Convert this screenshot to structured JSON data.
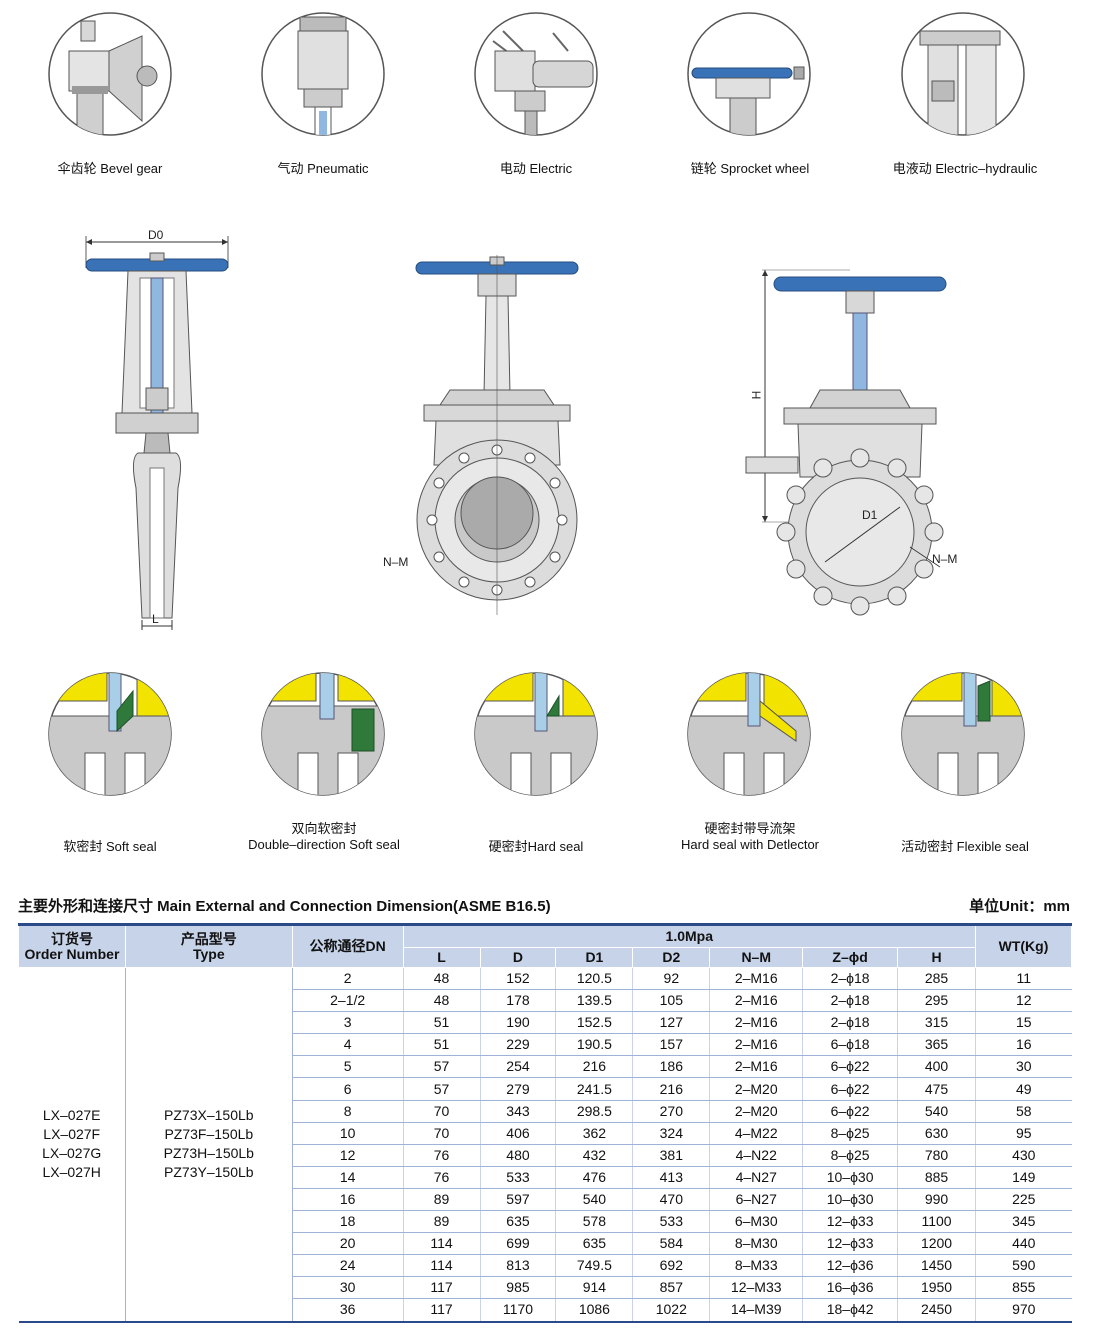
{
  "operators": [
    {
      "label": "伞齿轮 Bevel gear"
    },
    {
      "label": "气动 Pneumatic"
    },
    {
      "label": "电动 Electric"
    },
    {
      "label": "链轮  Sprocket wheel"
    },
    {
      "label": "电液动 Electric–hydraulic"
    }
  ],
  "drawing_labels": {
    "d0": "D0",
    "l": "L",
    "nm_left": "N–M",
    "h": "H",
    "d1": "D1",
    "nm_right": "N–M"
  },
  "seals": [
    {
      "line1": "软密封 Soft seal",
      "line2": ""
    },
    {
      "line1": "双向软密封",
      "line2": "Double–direction Soft seal"
    },
    {
      "line1": "硬密封Hard seal",
      "line2": ""
    },
    {
      "line1": "硬密封带导流架",
      "line2": "Hard seal with Detlector"
    },
    {
      "line1": "活动密封 Flexible seal",
      "line2": ""
    }
  ],
  "table": {
    "title": "主要外形和连接尺寸 Main External and Connection Dimension(ASME B16.5)",
    "unit": "单位Unit：mm",
    "headers": {
      "order_cn": "订货号",
      "order_en": "Order Number",
      "type_cn": "产品型号",
      "type_en": "Type",
      "dn": "公称通径DN",
      "pressure": "1.0Mpa",
      "wt": "WT(Kg)",
      "cols": [
        "L",
        "D",
        "D1",
        "D2",
        "N–M",
        "Z–ϕd",
        "H"
      ]
    },
    "order_numbers": [
      "LX–027E",
      "LX–027F",
      "LX–027G",
      "LX–027H"
    ],
    "types": [
      "PZ73X–150Lb",
      "PZ73F–150Lb",
      "PZ73H–150Lb",
      "PZ73Y–150Lb"
    ],
    "rows": [
      [
        "2",
        "48",
        "152",
        "120.5",
        "92",
        "2–M16",
        "2–ϕ18",
        "285",
        "11"
      ],
      [
        "2–1/2",
        "48",
        "178",
        "139.5",
        "105",
        "2–M16",
        "2–ϕ18",
        "295",
        "12"
      ],
      [
        "3",
        "51",
        "190",
        "152.5",
        "127",
        "2–M16",
        "2–ϕ18",
        "315",
        "15"
      ],
      [
        "4",
        "51",
        "229",
        "190.5",
        "157",
        "2–M16",
        "6–ϕ18",
        "365",
        "16"
      ],
      [
        "5",
        "57",
        "254",
        "216",
        "186",
        "2–M16",
        "6–ϕ22",
        "400",
        "30"
      ],
      [
        "6",
        "57",
        "279",
        "241.5",
        "216",
        "2–M20",
        "6–ϕ22",
        "475",
        "49"
      ],
      [
        "8",
        "70",
        "343",
        "298.5",
        "270",
        "2–M20",
        "6–ϕ22",
        "540",
        "58"
      ],
      [
        "10",
        "70",
        "406",
        "362",
        "324",
        "4–M22",
        "8–ϕ25",
        "630",
        "95"
      ],
      [
        "12",
        "76",
        "480",
        "432",
        "381",
        "4–N22",
        "8–ϕ25",
        "780",
        "430"
      ],
      [
        "14",
        "76",
        "533",
        "476",
        "413",
        "4–N27",
        "10–ϕ30",
        "885",
        "149"
      ],
      [
        "16",
        "89",
        "597",
        "540",
        "470",
        "6–N27",
        "10–ϕ30",
        "990",
        "225"
      ],
      [
        "18",
        "89",
        "635",
        "578",
        "533",
        "6–M30",
        "12–ϕ33",
        "1100",
        "345"
      ],
      [
        "20",
        "114",
        "699",
        "635",
        "584",
        "8–M30",
        "12–ϕ33",
        "1200",
        "440"
      ],
      [
        "24",
        "114",
        "813",
        "749.5",
        "692",
        "8–M33",
        "12–ϕ36",
        "1450",
        "590"
      ],
      [
        "30",
        "117",
        "985",
        "914",
        "857",
        "12–M33",
        "16–ϕ36",
        "1950",
        "855"
      ],
      [
        "36",
        "117",
        "1170",
        "1086",
        "1022",
        "14–M39",
        "18–ϕ42",
        "2450",
        "970"
      ]
    ]
  }
}
